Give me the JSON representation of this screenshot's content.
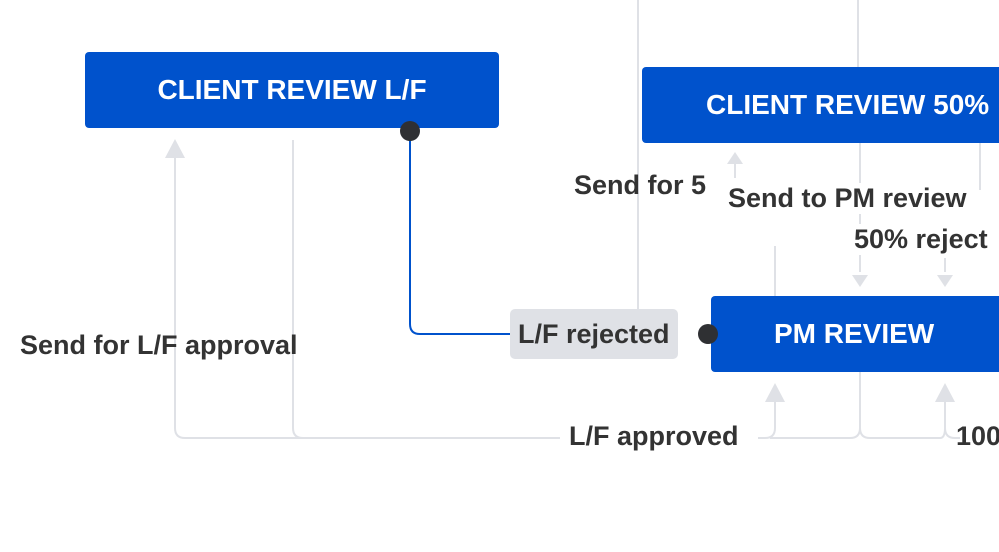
{
  "nodes": {
    "client_review_lf": "CLIENT REVIEW L/F",
    "client_review_50": "CLIENT REVIEW 50%",
    "pm_review": "PM REVIEW"
  },
  "transitions": {
    "send_for_lf_approval": "Send for L/F approval",
    "lf_rejected": "L/F rejected",
    "lf_approved": "L/F approved",
    "send_for_50_partial": "Send for 5",
    "send_to_pm_review": "Send to PM review",
    "rejected_50_partial": "50% reject",
    "hundred_partial": "100"
  },
  "colors": {
    "status_blue": "#0052cc",
    "selected_edge": "#0052cc",
    "edge_gray": "#dfe1e6",
    "label_text": "#333333",
    "selected_label_bg": "#dfe1e6"
  }
}
